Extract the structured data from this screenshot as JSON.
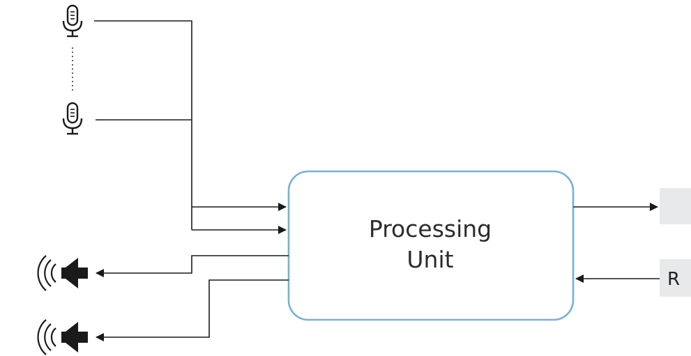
{
  "processing_unit": {
    "label_line1": "Processing",
    "label_line2": "Unit"
  },
  "right_blocks": {
    "lower_label": "R"
  },
  "icons": {
    "microphone": "microphone-icon",
    "speaker": "speaker-icon"
  },
  "colors": {
    "box_border": "#7aafd6",
    "side_block": "#e7e9eb",
    "line": "#1a1a1a"
  }
}
